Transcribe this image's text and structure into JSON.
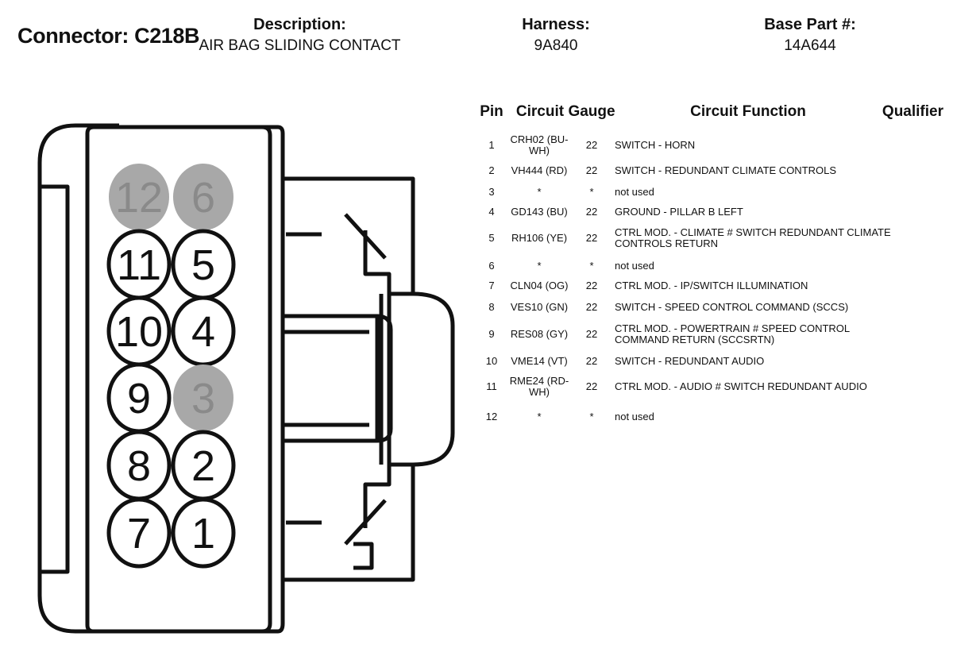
{
  "header": {
    "connector_label": "Connector: C218B",
    "description_label": "Description:",
    "description_value": "AIR BAG SLIDING CONTACT",
    "harness_label": "Harness:",
    "harness_value": "9A840",
    "base_part_label": "Base Part #:",
    "base_part_value": "14A644"
  },
  "table": {
    "headers": {
      "pin": "Pin",
      "circuit": "Circuit",
      "gauge": "Gauge",
      "function": "Circuit Function",
      "qualifier": "Qualifier"
    },
    "rows": [
      {
        "pin": "1",
        "circuit": "CRH02 (BU-WH)",
        "gauge": "22",
        "function": "SWITCH - HORN"
      },
      {
        "pin": "2",
        "circuit": "VH444 (RD)",
        "gauge": "22",
        "function": "SWITCH - REDUNDANT CLIMATE CONTROLS"
      },
      {
        "pin": "3",
        "circuit": "*",
        "gauge": "*",
        "function": "not used"
      },
      {
        "pin": "4",
        "circuit": "GD143 (BU)",
        "gauge": "22",
        "function": "GROUND - PILLAR B LEFT"
      },
      {
        "pin": "5",
        "circuit": "RH106 (YE)",
        "gauge": "22",
        "function": "CTRL MOD. - CLIMATE # SWITCH REDUNDANT CLIMATE CONTROLS RETURN"
      },
      {
        "pin": "6",
        "circuit": "*",
        "gauge": "*",
        "function": "not used"
      },
      {
        "pin": "7",
        "circuit": "CLN04 (OG)",
        "gauge": "22",
        "function": "CTRL MOD. - IP/SWITCH ILLUMINATION"
      },
      {
        "pin": "8",
        "circuit": "VES10 (GN)",
        "gauge": "22",
        "function": "SWITCH - SPEED CONTROL COMMAND (SCCS)"
      },
      {
        "pin": "9",
        "circuit": "RES08 (GY)",
        "gauge": "22",
        "function": "CTRL MOD. - POWERTRAIN # SPEED CONTROL COMMAND RETURN (SCCSRTN)"
      },
      {
        "pin": "10",
        "circuit": "VME14 (VT)",
        "gauge": "22",
        "function": "SWITCH - REDUNDANT AUDIO"
      },
      {
        "pin": "11",
        "circuit": "RME24 (RD-WH)",
        "gauge": "22",
        "function": "CTRL MOD. - AUDIO # SWITCH REDUNDANT AUDIO"
      },
      {
        "pin": "12",
        "circuit": "*",
        "gauge": "*",
        "function": "not used"
      }
    ]
  },
  "connector": {
    "pins": [
      {
        "label": "12",
        "used": false
      },
      {
        "label": "6",
        "used": false
      },
      {
        "label": "11",
        "used": true
      },
      {
        "label": "5",
        "used": true
      },
      {
        "label": "10",
        "used": true
      },
      {
        "label": "4",
        "used": true
      },
      {
        "label": "9",
        "used": true
      },
      {
        "label": "3",
        "used": false
      },
      {
        "label": "8",
        "used": true
      },
      {
        "label": "2",
        "used": true
      },
      {
        "label": "7",
        "used": true
      },
      {
        "label": "1",
        "used": true
      }
    ],
    "colors": {
      "unused_fill": "#a8a8a8",
      "unused_text": "#8a8a8a",
      "stroke": "#111111"
    }
  }
}
